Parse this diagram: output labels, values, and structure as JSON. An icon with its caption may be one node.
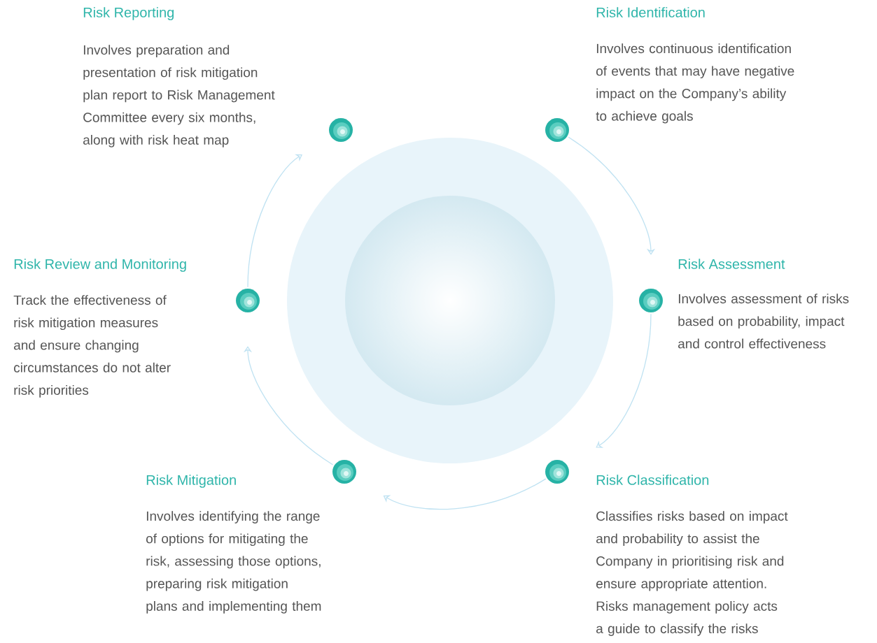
{
  "diagram": {
    "nodes": [
      {
        "text": [],
        "shape": "circle",
        "beside": [
          "Risk Identification",
          "Involves continuous identification of events that may have negative impact on the Company’s ability to achieve goals"
        ]
      },
      {
        "text": [],
        "shape": "circle",
        "beside": [
          "Risk Assessment",
          "Involves assessment of risks based on probability, impact and control effectiveness"
        ]
      },
      {
        "text": [],
        "shape": "circle",
        "beside": [
          "Risk Classification",
          "Classifies risks based on impact and probability to assist the Company in prioritising risk and ensure appropriate attention. Risks management policy acts a guide to classify the risks"
        ]
      },
      {
        "text": [],
        "shape": "circle",
        "beside": [
          "Risk Mitigation",
          "Involves identifying the range of options for mitigating the risk, assessing those options, preparing risk mitigation plans and implementing them"
        ]
      },
      {
        "text": [],
        "shape": "circle",
        "beside": [
          "Risk Review and Monitoring",
          "Track the effectiveness of risk mitigation measures and ensure changing circumstances do not alter risk priorities"
        ]
      },
      {
        "text": [],
        "shape": "circle",
        "beside": [
          "Risk Reporting",
          "Involves preparation and presentation of risk mitigation plan report to Risk Management Committee every six months, along with risk heat map"
        ]
      }
    ],
    "edges": [
      {
        "from": 0,
        "to": 1,
        "arrow": "to"
      },
      {
        "from": 1,
        "to": 2,
        "arrow": "to"
      },
      {
        "from": 2,
        "to": 3,
        "arrow": "to"
      },
      {
        "from": 3,
        "to": 4,
        "arrow": "to"
      },
      {
        "from": 4,
        "to": 5,
        "arrow": "to"
      }
    ]
  }
}
